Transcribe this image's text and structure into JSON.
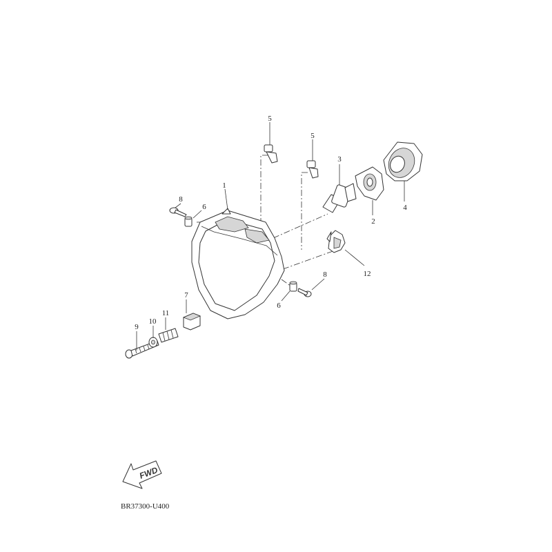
{
  "diagram": {
    "code": "BR37300-U400",
    "fwd_label": "FWD",
    "callouts": [
      {
        "id": "c1",
        "label": "1"
      },
      {
        "id": "c2",
        "label": "2"
      },
      {
        "id": "c3",
        "label": "3"
      },
      {
        "id": "c4",
        "label": "4"
      },
      {
        "id": "c5a",
        "label": "5"
      },
      {
        "id": "c5b",
        "label": "5"
      },
      {
        "id": "c6a",
        "label": "6"
      },
      {
        "id": "c6b",
        "label": "6"
      },
      {
        "id": "c7",
        "label": "7"
      },
      {
        "id": "c8a",
        "label": "8"
      },
      {
        "id": "c8b",
        "label": "8"
      },
      {
        "id": "c9",
        "label": "9"
      },
      {
        "id": "c10",
        "label": "10"
      },
      {
        "id": "c11",
        "label": "11"
      },
      {
        "id": "c12",
        "label": "12"
      }
    ]
  }
}
